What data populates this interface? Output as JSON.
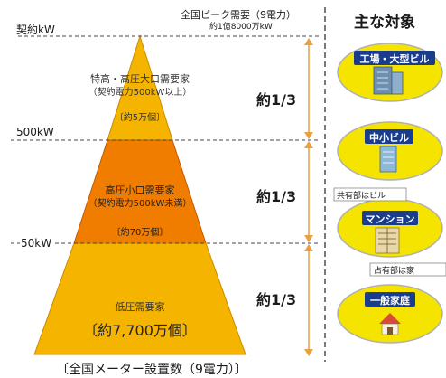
{
  "header": {
    "contract_kw": "契約kW",
    "peak_title": "全国ピーク需要（9電力）",
    "peak_value": "約1億8000万kW",
    "targets_title": "主な対象"
  },
  "levels": {
    "level_500": "500kW",
    "level_50": "50kW"
  },
  "tiers": [
    {
      "name": "特高・高圧大口需要家",
      "condition": "（契約電力500kW以上）",
      "count": "〔約5万個〕",
      "share": "約1/3",
      "target_label": "工場・大型ビル",
      "target_icon": "factory-icon"
    },
    {
      "name": "高圧小口需要家",
      "condition": "（契約電力500kW未満）",
      "count": "〔約70万個〕",
      "share": "約1/3",
      "target_label": "中小ビル",
      "target_icon": "building-icon"
    },
    {
      "name": "低圧需要家",
      "condition": "",
      "count": "〔約7,700万個〕",
      "share": "約1/3",
      "target_label": "マンション",
      "target_icon": "apartment-icon",
      "target_label_2": "一般家庭",
      "target_icon_2": "house-icon"
    }
  ],
  "notes": {
    "common_area": "共有部はビル",
    "private_area": "占有部は家"
  },
  "footer": {
    "caption": "〔全国メーター設置数（9電力）〕"
  },
  "colors": {
    "top_tier": "#f5b400",
    "mid_tier": "#f07c00",
    "bottom_tier": "#f5b400",
    "arrow": "#f0b050",
    "oval_fill": "#f4e400",
    "label_badge": "#1a3c8c"
  }
}
